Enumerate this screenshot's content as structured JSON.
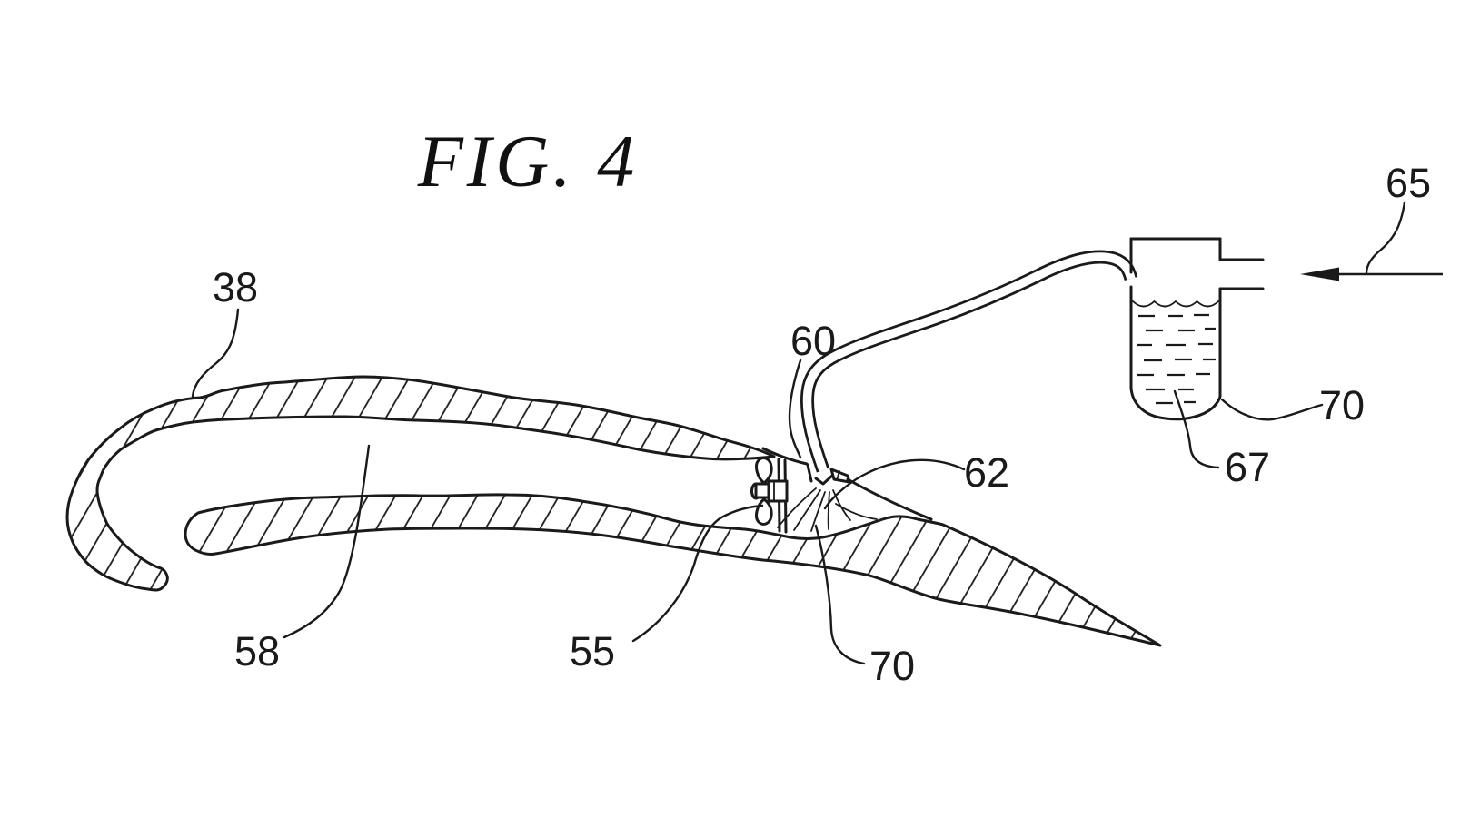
{
  "figure": {
    "title": "FIG. 4",
    "callouts": {
      "wall": "38",
      "cavity": "58",
      "chamber": "55",
      "tube": "60",
      "spray": "62",
      "spray_fluid": "70",
      "flow": "65",
      "reservoir": "70",
      "reservoir_liquid": "67"
    },
    "colors": {
      "ink": "#1a1a1a",
      "paper": "#ffffff"
    }
  }
}
